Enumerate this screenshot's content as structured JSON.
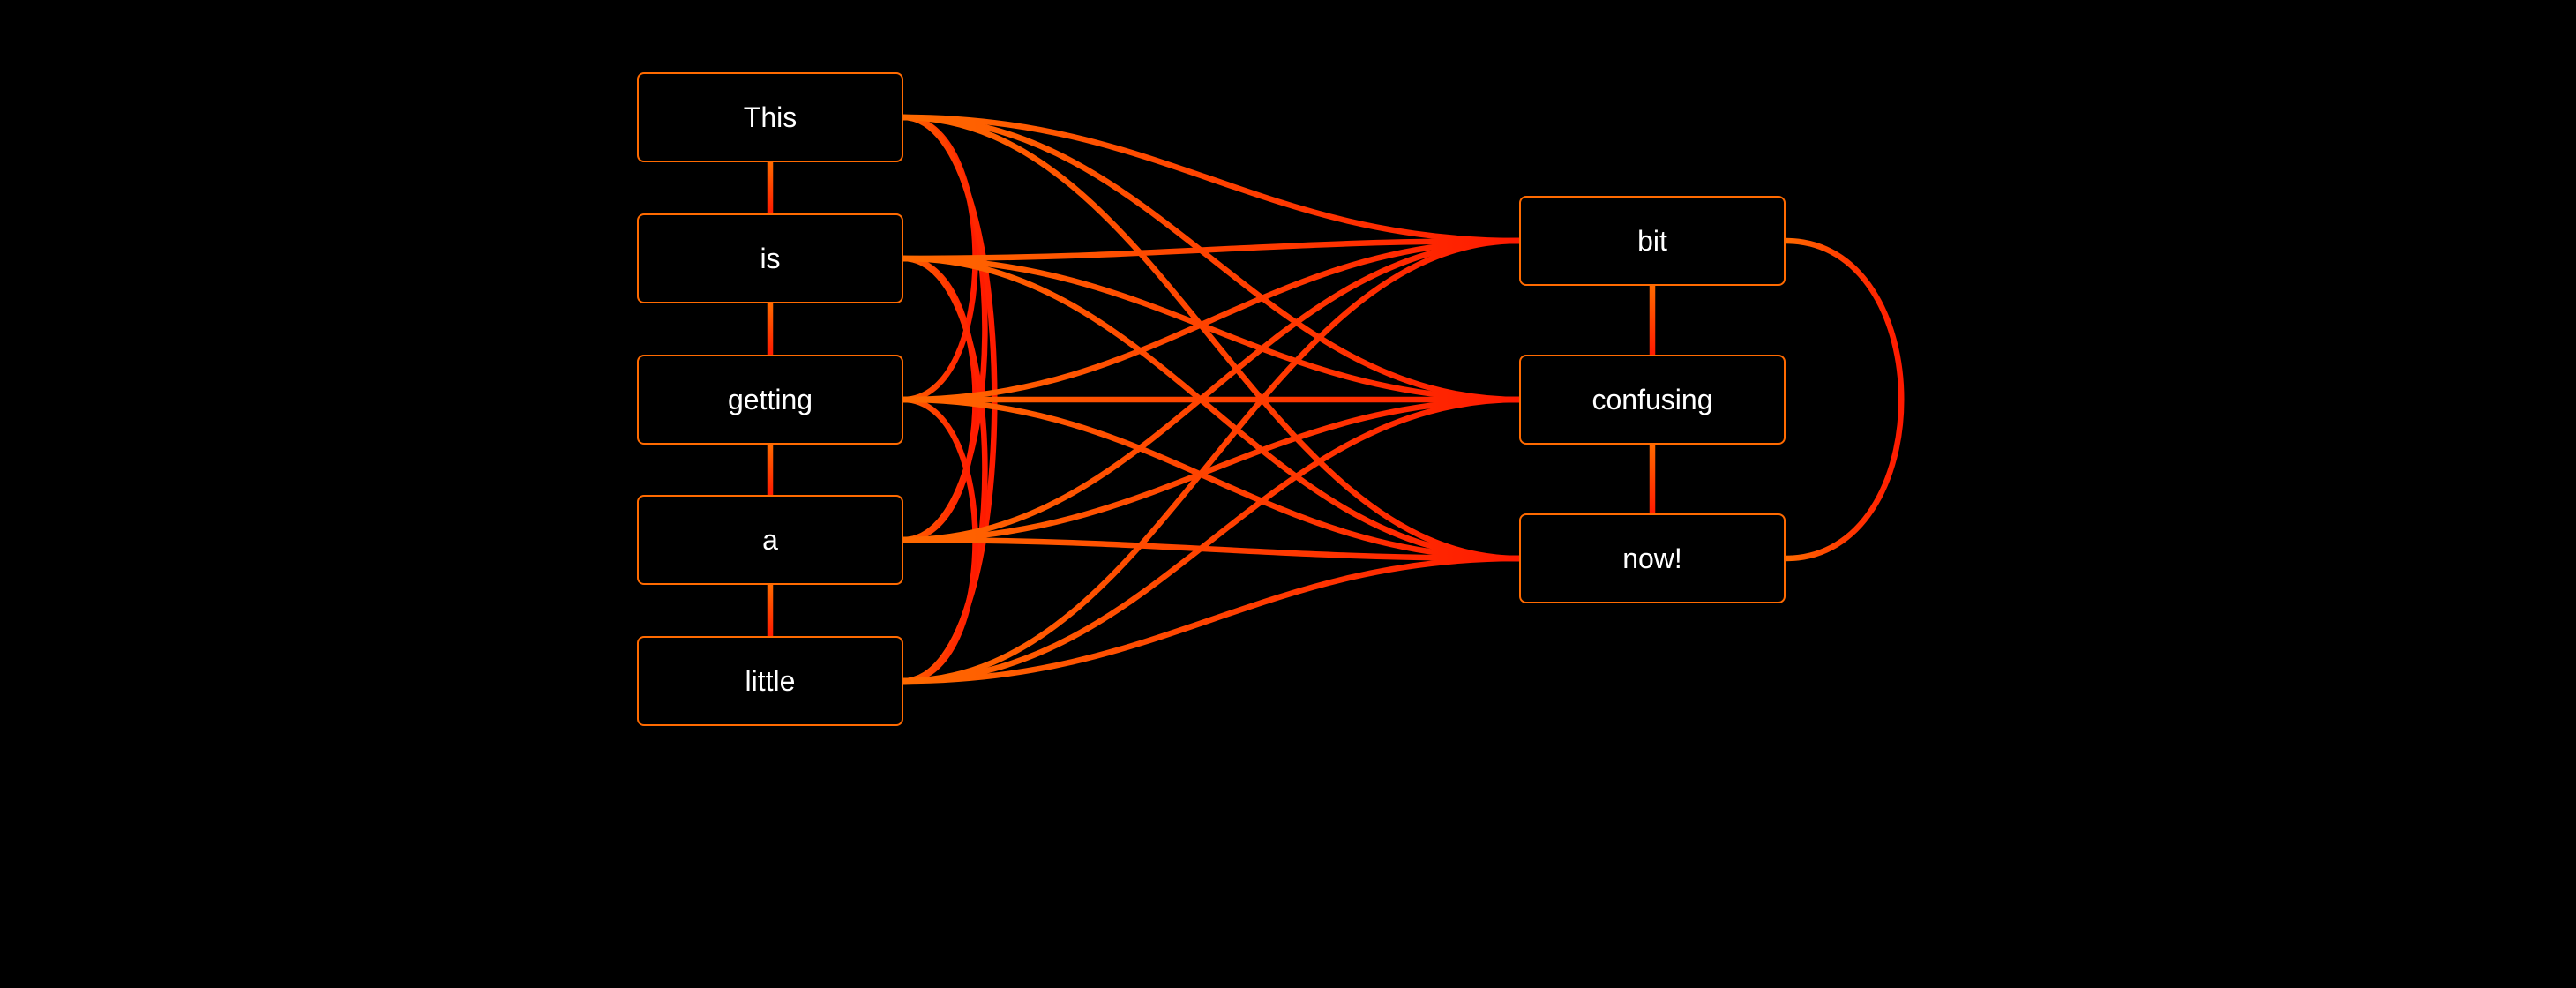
{
  "diagram": {
    "colors": {
      "background": "#000000",
      "node_border": "#ff6a00",
      "node_text": "#ffffff",
      "edge_orange": "#ff6a00",
      "edge_red": "#ff1a00"
    },
    "nodes": [
      {
        "id": "this",
        "label": "This"
      },
      {
        "id": "is",
        "label": "is"
      },
      {
        "id": "getting",
        "label": "getting"
      },
      {
        "id": "a",
        "label": "a"
      },
      {
        "id": "little",
        "label": "little"
      },
      {
        "id": "bit",
        "label": "bit"
      },
      {
        "id": "confusing",
        "label": "confusing"
      },
      {
        "id": "now",
        "label": "now!"
      }
    ],
    "edges": [
      [
        "this",
        "is"
      ],
      [
        "is",
        "getting"
      ],
      [
        "getting",
        "a"
      ],
      [
        "a",
        "little"
      ],
      [
        "this",
        "getting"
      ],
      [
        "this",
        "a"
      ],
      [
        "this",
        "little"
      ],
      [
        "is",
        "a"
      ],
      [
        "is",
        "little"
      ],
      [
        "getting",
        "little"
      ],
      [
        "this",
        "bit"
      ],
      [
        "this",
        "confusing"
      ],
      [
        "this",
        "now"
      ],
      [
        "is",
        "bit"
      ],
      [
        "is",
        "confusing"
      ],
      [
        "is",
        "now"
      ],
      [
        "getting",
        "bit"
      ],
      [
        "getting",
        "confusing"
      ],
      [
        "getting",
        "now"
      ],
      [
        "a",
        "bit"
      ],
      [
        "a",
        "confusing"
      ],
      [
        "a",
        "now"
      ],
      [
        "little",
        "bit"
      ],
      [
        "little",
        "confusing"
      ],
      [
        "little",
        "now"
      ],
      [
        "bit",
        "confusing"
      ],
      [
        "confusing",
        "now"
      ],
      [
        "bit",
        "now"
      ]
    ]
  }
}
